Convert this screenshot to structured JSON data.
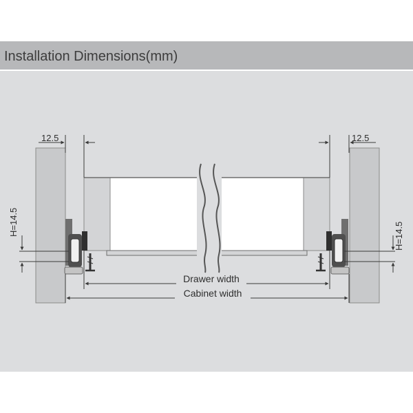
{
  "header": {
    "title": "Installation Dimensions(mm)"
  },
  "dimensions": {
    "left_side_gap": "12.5",
    "right_side_gap": "12.5",
    "left_height": "H=14.5",
    "right_height": "H=14.5",
    "drawer_width_label": "Drawer width",
    "cabinet_width_label": "Cabinet width"
  },
  "colors": {
    "header_bg": "#b7b8ba",
    "panel_bg": "#dcdddf",
    "cabinet_side": "#c8c9cb",
    "drawer_side": "#d3d4d6",
    "drawer_front": "#ffffff",
    "line": "#3a3a3a"
  }
}
